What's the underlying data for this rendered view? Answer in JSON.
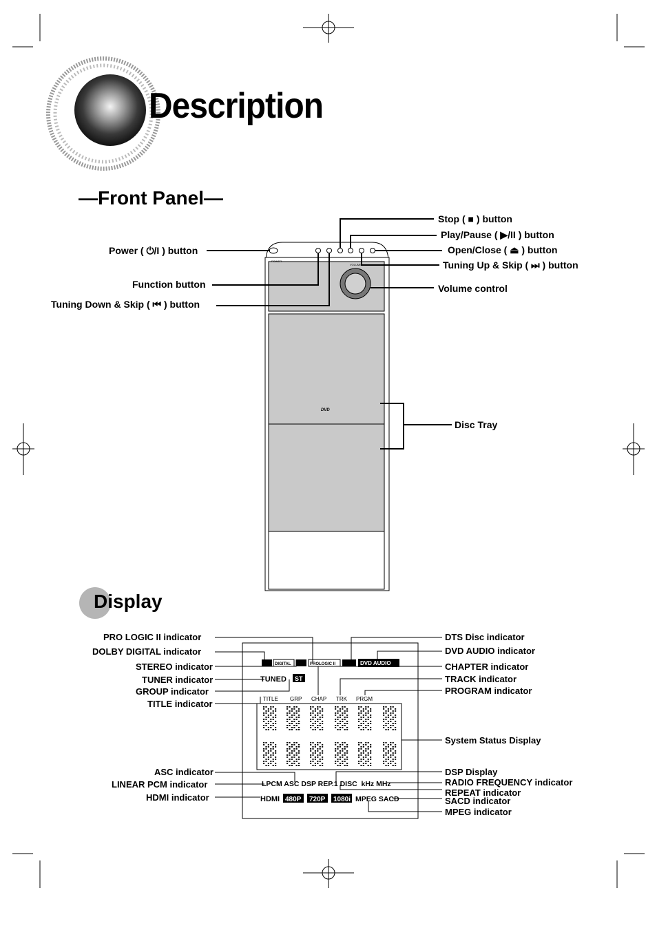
{
  "page_title": "Description",
  "front_panel": {
    "heading": "Front Panel",
    "labels": {
      "power": "Power ( ⏻/I ) button",
      "function": "Function button",
      "tuning_down": "Tuning Down & Skip ( ⏮ ) button",
      "stop": "Stop ( ■ ) button",
      "play_pause": "Play/Pause ( ▶/II ) button",
      "open_close": "Open/Close ( ⏏ ) button",
      "tuning_up": "Tuning Up & Skip ( ⏭ ) button",
      "volume": "Volume control",
      "disc_tray": "Disc Tray"
    },
    "device": {
      "power_text": "POWER",
      "volume_text": "VOLUME",
      "dvd_logo": "DVD"
    }
  },
  "display": {
    "heading": "Display",
    "labels_left": {
      "pro_logic": "PRO LOGIC II indicator",
      "dolby_digital": "DOLBY DIGITAL indicator",
      "stereo": "STEREO indicator",
      "tuner": "TUNER indicator",
      "group": "GROUP indicator",
      "title": "TITLE indicator",
      "asc": "ASC indicator",
      "lpcm": "LINEAR PCM indicator",
      "hdmi": "HDMI indicator"
    },
    "labels_right": {
      "dts": "DTS Disc indicator",
      "dvd_audio": "DVD AUDIO indicator",
      "chapter": "CHAPTER indicator",
      "track": "TRACK indicator",
      "program": "PROGRAM indicator",
      "status": "System Status Display",
      "dsp": "DSP Display",
      "radio_freq": "RADIO FREQUENCY indicator",
      "repeat": "REPEAT indicator",
      "sacd": "SACD indicator",
      "mpeg": "MPEG indicator"
    },
    "panel_text": {
      "digital": "DIGITAL",
      "prologic": "PROLOGIC II",
      "dvd_audio": "DVD AUDIO",
      "tuned": "TUNED",
      "st": "ST",
      "title": "TITLE",
      "grp": "GRP",
      "chap": "CHAP",
      "trk": "TRK",
      "prgm": "PRGM",
      "bottom_row": "LPCM ASC DSP REP.1 DISC  kHz MHz",
      "hdmi": "HDMI",
      "r480": "480P",
      "r720": "720P",
      "r1080": "1080i",
      "mpeg_sacd": "MPEG SACD"
    }
  }
}
